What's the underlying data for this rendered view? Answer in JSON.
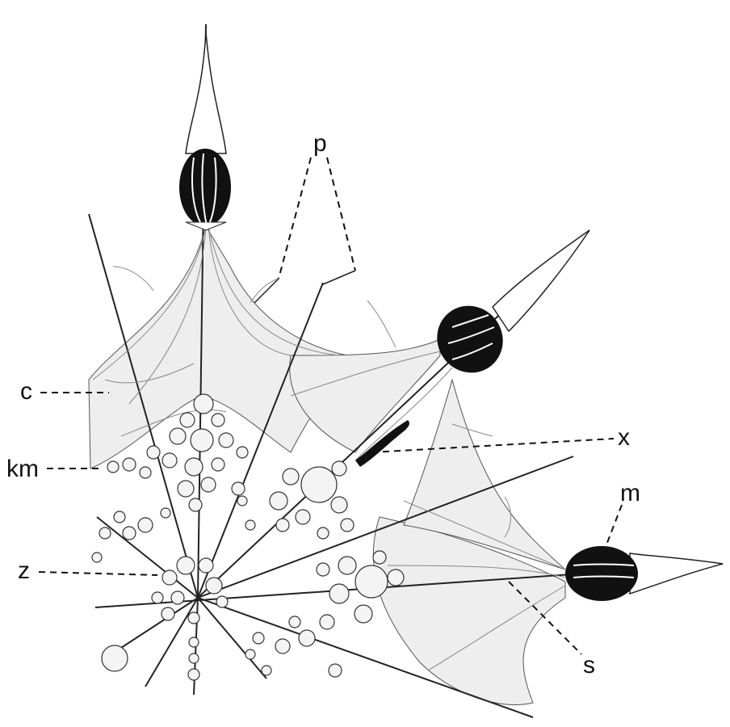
{
  "figure": {
    "labels": {
      "p": "p",
      "c": "c",
      "km": "km",
      "z": "z",
      "x": "x",
      "m": "m",
      "s": "s"
    },
    "colors": {
      "ink": "#111111",
      "membrane": "#e8e8e8",
      "background": "#ffffff"
    }
  }
}
